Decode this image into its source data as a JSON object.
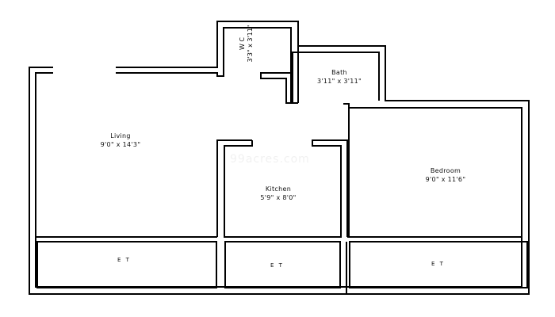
{
  "floor_plan": {
    "watermark": "99acres.com",
    "rooms": {
      "living": {
        "name": "Living",
        "dims": "9'0\" x 14'3\""
      },
      "wc": {
        "name": "W C",
        "dims": "3'3\" x 3'11\""
      },
      "bath": {
        "name": "Bath",
        "dims": "3'11\" x 3'11\""
      },
      "kitchen": {
        "name": "Kitchen",
        "dims": "5'9\" x 8'0\""
      },
      "bedroom": {
        "name": "Bedroom",
        "dims": "9'0\" x 11'6\""
      }
    },
    "terraces": [
      {
        "name": "E T"
      },
      {
        "name": "E T"
      },
      {
        "name": "E T"
      }
    ],
    "colors": {
      "wall": "#000000",
      "background": "#ffffff"
    }
  }
}
